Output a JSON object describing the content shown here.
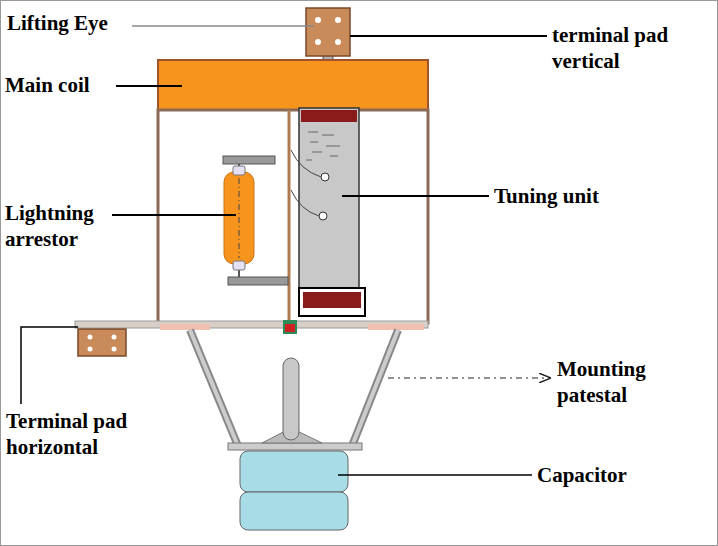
{
  "diagram": {
    "labels": [
      "Lifting Eye",
      "terminal pad vertical",
      "Main coil",
      "Lightning arrestor",
      "Tuning unit",
      "Mounting patestal",
      "Terminal pad horizontal",
      "Capacitor"
    ]
  }
}
